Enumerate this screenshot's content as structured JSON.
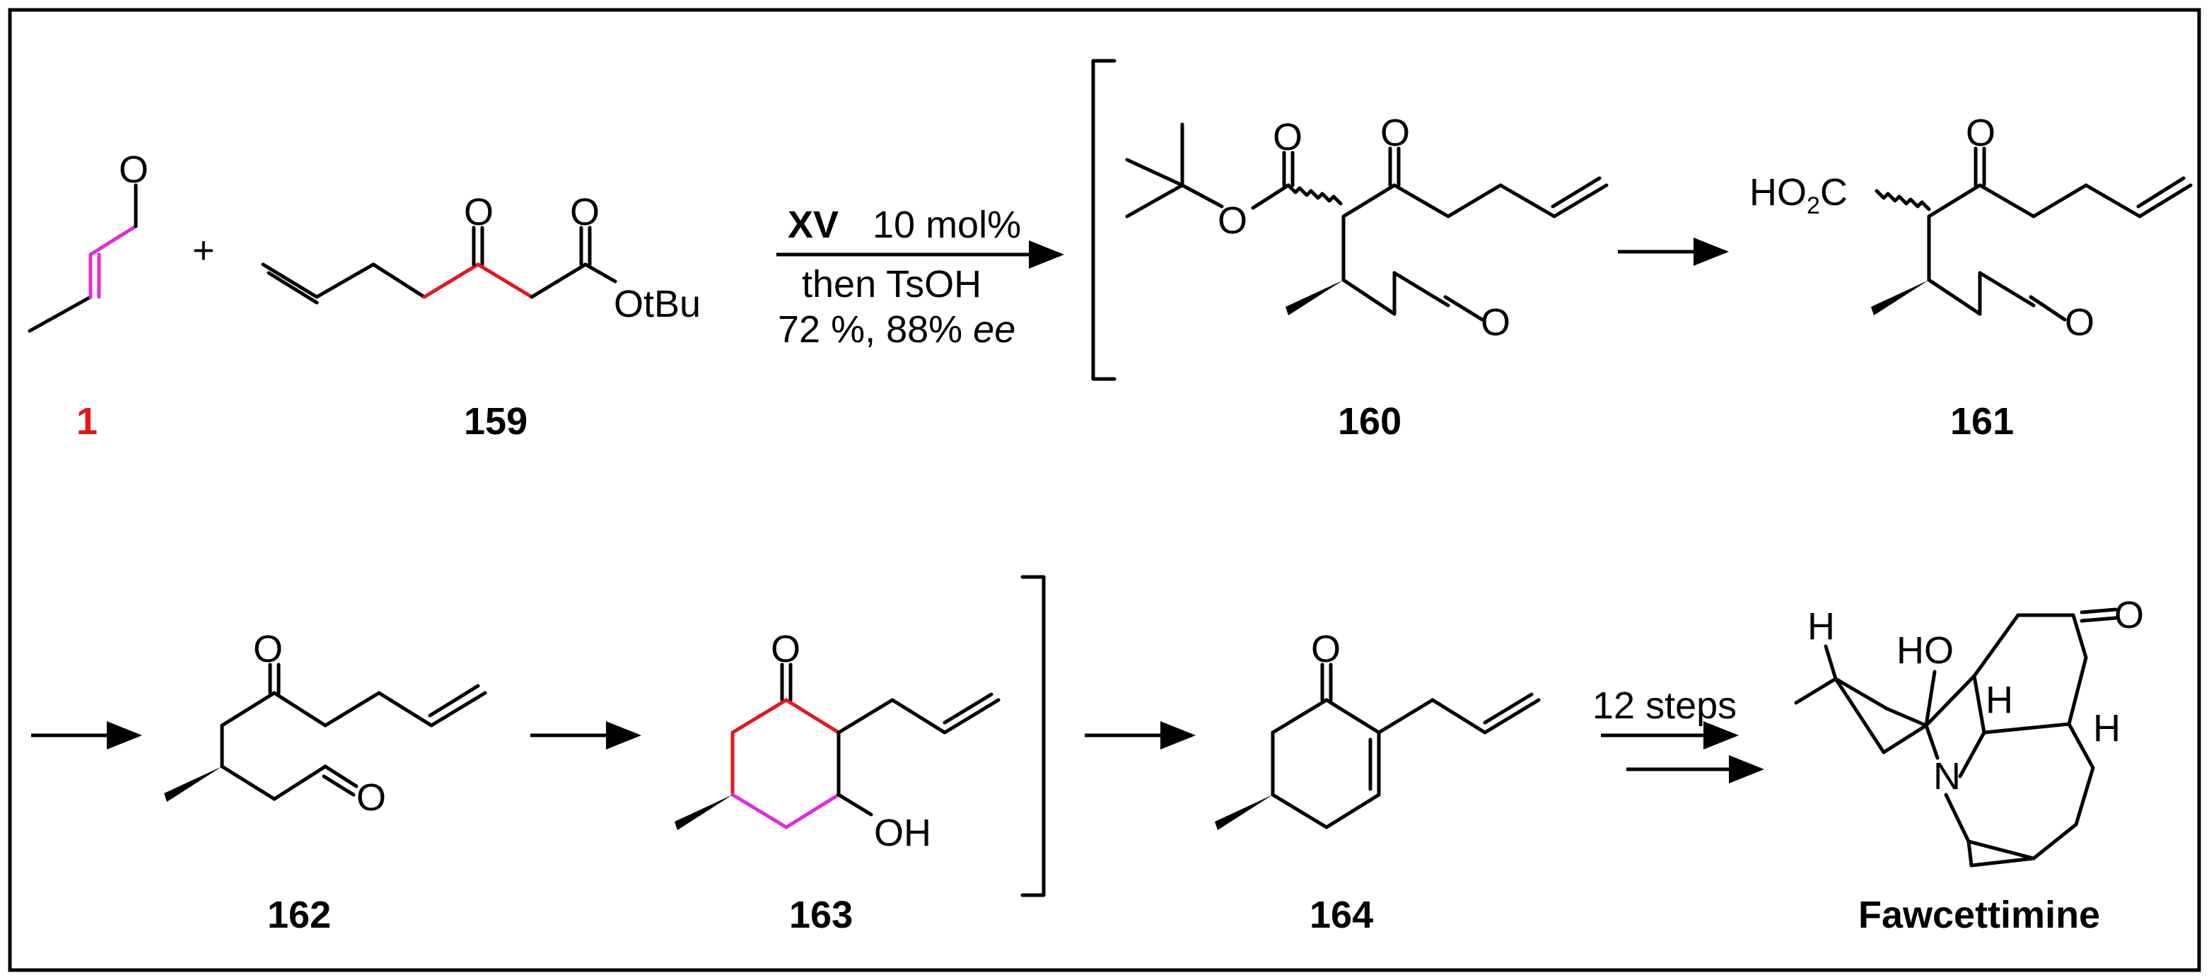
{
  "colors": {
    "highlight_red": "#e8141b",
    "highlight_magenta": "#e52ad9",
    "ink": "#000000"
  },
  "compounds": {
    "c1": "1",
    "c159": "159",
    "c160": "160",
    "c161": "161",
    "c162": "162",
    "c163": "163",
    "c164": "164",
    "fawcettimine": "Fawcettimine"
  },
  "reagents": {
    "catalyst": "XV",
    "loading": "10 mol%",
    "then": "then TsOH",
    "yield_ee": "72 %, 88% ",
    "ee": "ee",
    "steps": "12 steps"
  },
  "atoms": {
    "O": "O",
    "OtBu": "OtBu",
    "HO2C_prefix": "HO",
    "HO2C_sub": "2",
    "HO2C_suffix": "C",
    "OH": "OH",
    "HO": "HO",
    "H": "H",
    "N": "N",
    "plus": "+"
  }
}
